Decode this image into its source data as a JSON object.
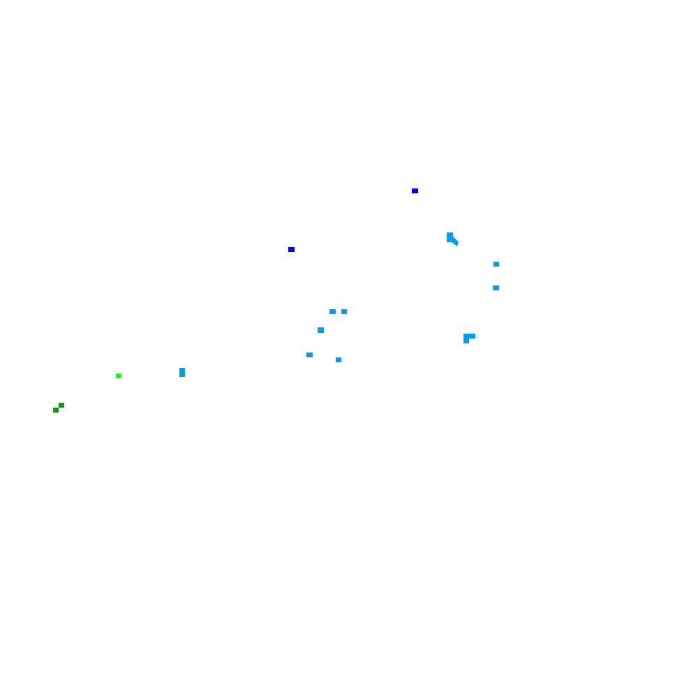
{
  "colors": {
    "background": "#ffffff",
    "dark_blue": "#0000dd",
    "light_blue": "#0a9ae6",
    "bright_green": "#22ee22",
    "dark_green": "#0a9a0a"
  },
  "marks": [
    {
      "name": "pixel-mark-dark-blue-upper",
      "color": "dark_blue"
    },
    {
      "name": "pixel-mark-dark-blue-left",
      "color": "dark_blue"
    },
    {
      "name": "pixel-mark-light-blue-arrow",
      "color": "light_blue"
    },
    {
      "name": "pixel-mark-light-blue-1",
      "color": "light_blue"
    },
    {
      "name": "pixel-mark-light-blue-2",
      "color": "light_blue"
    },
    {
      "name": "pixel-mark-light-blue-3",
      "color": "light_blue"
    },
    {
      "name": "pixel-mark-light-blue-4",
      "color": "light_blue"
    },
    {
      "name": "pixel-mark-light-blue-5",
      "color": "light_blue"
    },
    {
      "name": "pixel-mark-light-blue-6",
      "color": "light_blue"
    },
    {
      "name": "pixel-mark-light-blue-7",
      "color": "light_blue"
    },
    {
      "name": "pixel-mark-light-blue-corner",
      "color": "light_blue"
    },
    {
      "name": "pixel-mark-light-blue-bar",
      "color": "light_blue"
    },
    {
      "name": "pixel-mark-bright-green",
      "color": "bright_green"
    },
    {
      "name": "pixel-mark-dark-green-1",
      "color": "dark_green"
    },
    {
      "name": "pixel-mark-dark-green-2",
      "color": "dark_green"
    }
  ]
}
